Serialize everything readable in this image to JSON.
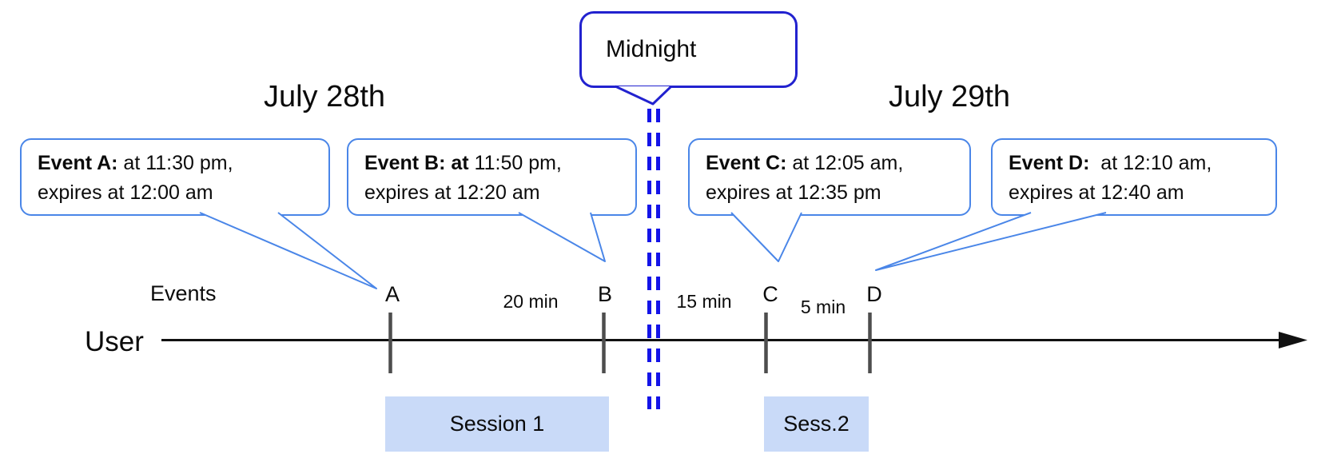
{
  "dates": {
    "left": "July 28th",
    "right": "July 29th"
  },
  "midnight": {
    "label": "Midnight"
  },
  "callouts": [
    {
      "id": "A",
      "bold": "Event A:",
      "line1": " at 11:30 pm,",
      "line2": "expires at 12:00 am"
    },
    {
      "id": "B",
      "bold": "Event B: at",
      "line1": " 11:50 pm,",
      "line2": "expires at 12:20 am"
    },
    {
      "id": "C",
      "bold": "Event C:",
      "line1": " at 12:05 am,",
      "line2": "expires at 12:35 pm"
    },
    {
      "id": "D",
      "bold": "Event D:",
      "line1": "  at 12:10 am,",
      "line2": "expires at 12:40 am"
    }
  ],
  "timeline": {
    "events_label": "Events",
    "user_label": "User",
    "marks": [
      "A",
      "B",
      "C",
      "D"
    ],
    "gaps": [
      "20 min",
      "15 min",
      "5 min"
    ]
  },
  "sessions": [
    {
      "label": "Session 1"
    },
    {
      "label": "Sess.2"
    }
  ],
  "colors": {
    "callout_border": "#4a86e8",
    "midnight_border": "#2222cf",
    "midnight_dash": "#1414e8",
    "session_fill": "#c9daf8",
    "timeline": "#111111",
    "tick": "#4d4d4d"
  }
}
